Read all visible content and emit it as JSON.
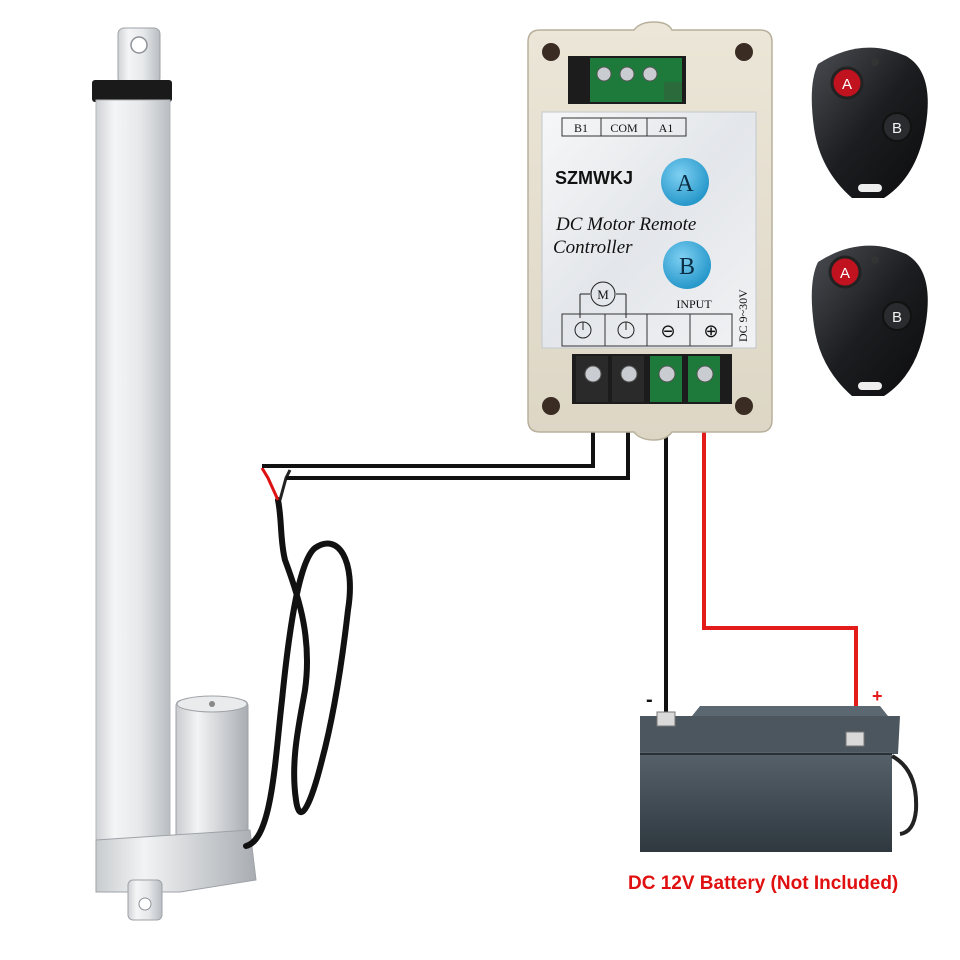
{
  "controller": {
    "terminal_labels": [
      "B1",
      "COM",
      "A1"
    ],
    "brand": "SZMWKJ",
    "button_a": "A",
    "button_b": "B",
    "title_line1": "DC Motor Remote",
    "title_line2": "Controller",
    "motor_symbol": "M",
    "input_label": "INPUT",
    "voltage_label": "DC 9~30V",
    "polarity_minus": "⊖",
    "polarity_plus": "⊕"
  },
  "remotes": [
    {
      "button_a": "A",
      "button_b": "B"
    },
    {
      "button_a": "A",
      "button_b": "B"
    }
  ],
  "battery": {
    "minus_label": "-",
    "plus_label": "+",
    "caption": "DC 12V Battery (Not Included)"
  },
  "colors": {
    "wire_black": "#111111",
    "wire_red": "#e31b1b",
    "caption_red": "#e01010",
    "button_blue": "#2aa7dc",
    "battery_body": "#3f4a52",
    "terminal_green": "#1e7a3a"
  },
  "icons": [
    "actuator-icon",
    "controller-icon",
    "remote-icon",
    "battery-icon",
    "motor-icon"
  ]
}
